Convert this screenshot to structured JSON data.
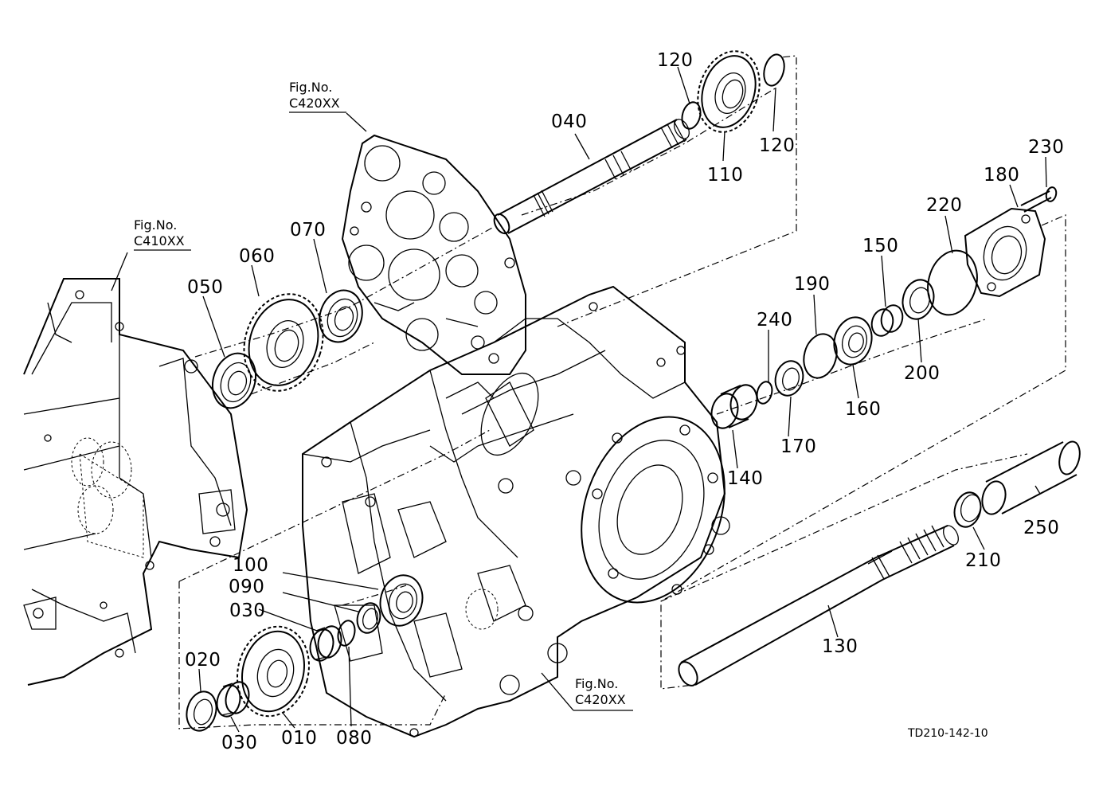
{
  "drawing_code": "TD210-142-10",
  "fig_refs": [
    {
      "line1": "Fig.No.",
      "line2": "C420XX"
    },
    {
      "line1": "Fig.No.",
      "line2": "C410XX"
    },
    {
      "line1": "Fig.No.",
      "line2": "C420XX"
    }
  ],
  "parts": [
    {
      "no": "010"
    },
    {
      "no": "020"
    },
    {
      "no": "030"
    },
    {
      "no": "030"
    },
    {
      "no": "040"
    },
    {
      "no": "050"
    },
    {
      "no": "060"
    },
    {
      "no": "070"
    },
    {
      "no": "080"
    },
    {
      "no": "090"
    },
    {
      "no": "100"
    },
    {
      "no": "110"
    },
    {
      "no": "120"
    },
    {
      "no": "120"
    },
    {
      "no": "130"
    },
    {
      "no": "140"
    },
    {
      "no": "150"
    },
    {
      "no": "160"
    },
    {
      "no": "170"
    },
    {
      "no": "180"
    },
    {
      "no": "190"
    },
    {
      "no": "200"
    },
    {
      "no": "210"
    },
    {
      "no": "220"
    },
    {
      "no": "230"
    },
    {
      "no": "240"
    },
    {
      "no": "250"
    }
  ]
}
